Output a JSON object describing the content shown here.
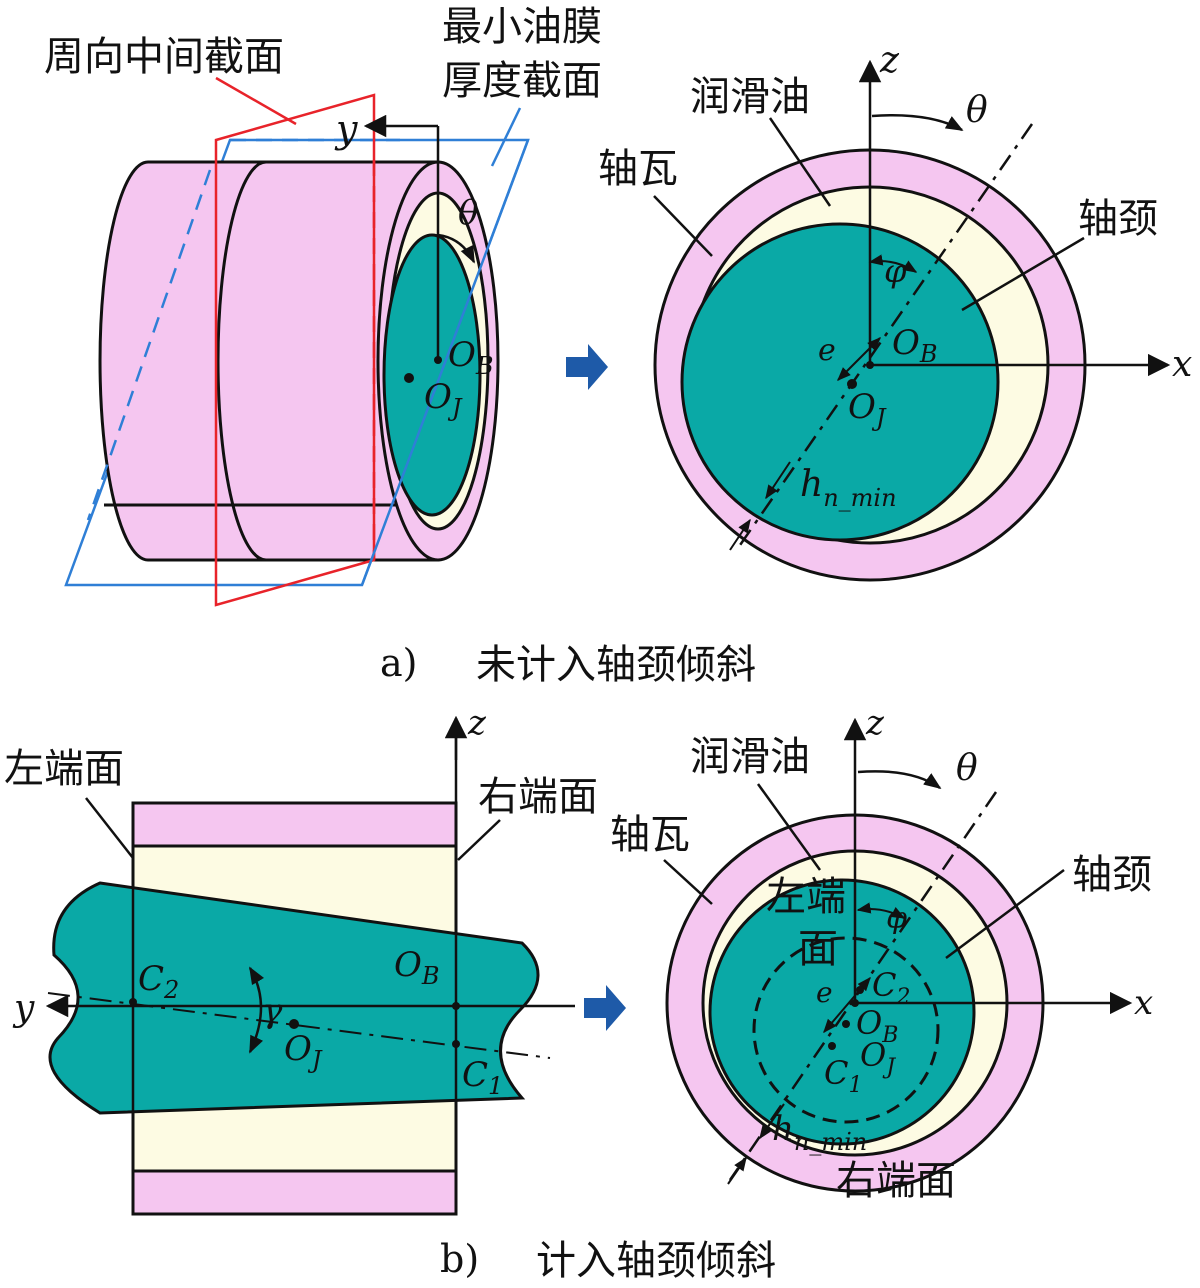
{
  "colors": {
    "bearing": "#F5C6F0",
    "oil": "#FDFBE3",
    "journal": "#0AA9A6",
    "outline": "#111111",
    "circumferential_plane": "#E8232A",
    "min_film_plane": "#2F7FD6",
    "flow_arrow": "#1E5AA8"
  },
  "panel_a": {
    "caption_letter": "a)",
    "caption": "未计入轴颈倾斜",
    "label_circumferential_section": "周向中间截面",
    "label_min_film_line1": "最小油膜",
    "label_min_film_line2": "厚度截面",
    "axis_y": "y",
    "theta": "θ",
    "OB_main": "O",
    "OB_sub": "B",
    "OJ_main": "O",
    "OJ_sub": "J",
    "section": {
      "label_oil": "润滑油",
      "label_bearing": "轴瓦",
      "label_journal": "轴颈",
      "axis_z": "z",
      "axis_x": "x",
      "theta": "θ",
      "phi": "φ",
      "e": "e",
      "OB_main": "O",
      "OB_sub": "B",
      "OJ_main": "O",
      "OJ_sub": "J",
      "h_main": "h",
      "h_sub": "n_min"
    }
  },
  "panel_b": {
    "caption_letter": "b)",
    "caption": "计入轴颈倾斜",
    "label_left_face": "左端面",
    "label_right_face": "右端面",
    "axis_y": "y",
    "axis_z": "z",
    "gamma": "γ",
    "C2_main": "C",
    "C2_sub": "2",
    "C1_main": "C",
    "C1_sub": "1",
    "OB_main": "O",
    "OB_sub": "B",
    "OJ_main": "O",
    "OJ_sub": "J",
    "section": {
      "label_oil": "润滑油",
      "label_bearing": "轴瓦",
      "label_journal": "轴颈",
      "label_left_face_line1": "左端",
      "label_left_face_line2": "面",
      "label_right_face": "右端面",
      "axis_z": "z",
      "axis_x": "x",
      "theta": "θ",
      "phi": "φ",
      "e": "e",
      "C2_main": "C",
      "C2_sub": "2",
      "OB_main": "O",
      "OB_sub": "B",
      "OJ_main": "O",
      "OJ_sub": "J",
      "C1_main": "C",
      "C1_sub": "1",
      "h_main": "h",
      "h_sub": "n_min"
    }
  }
}
